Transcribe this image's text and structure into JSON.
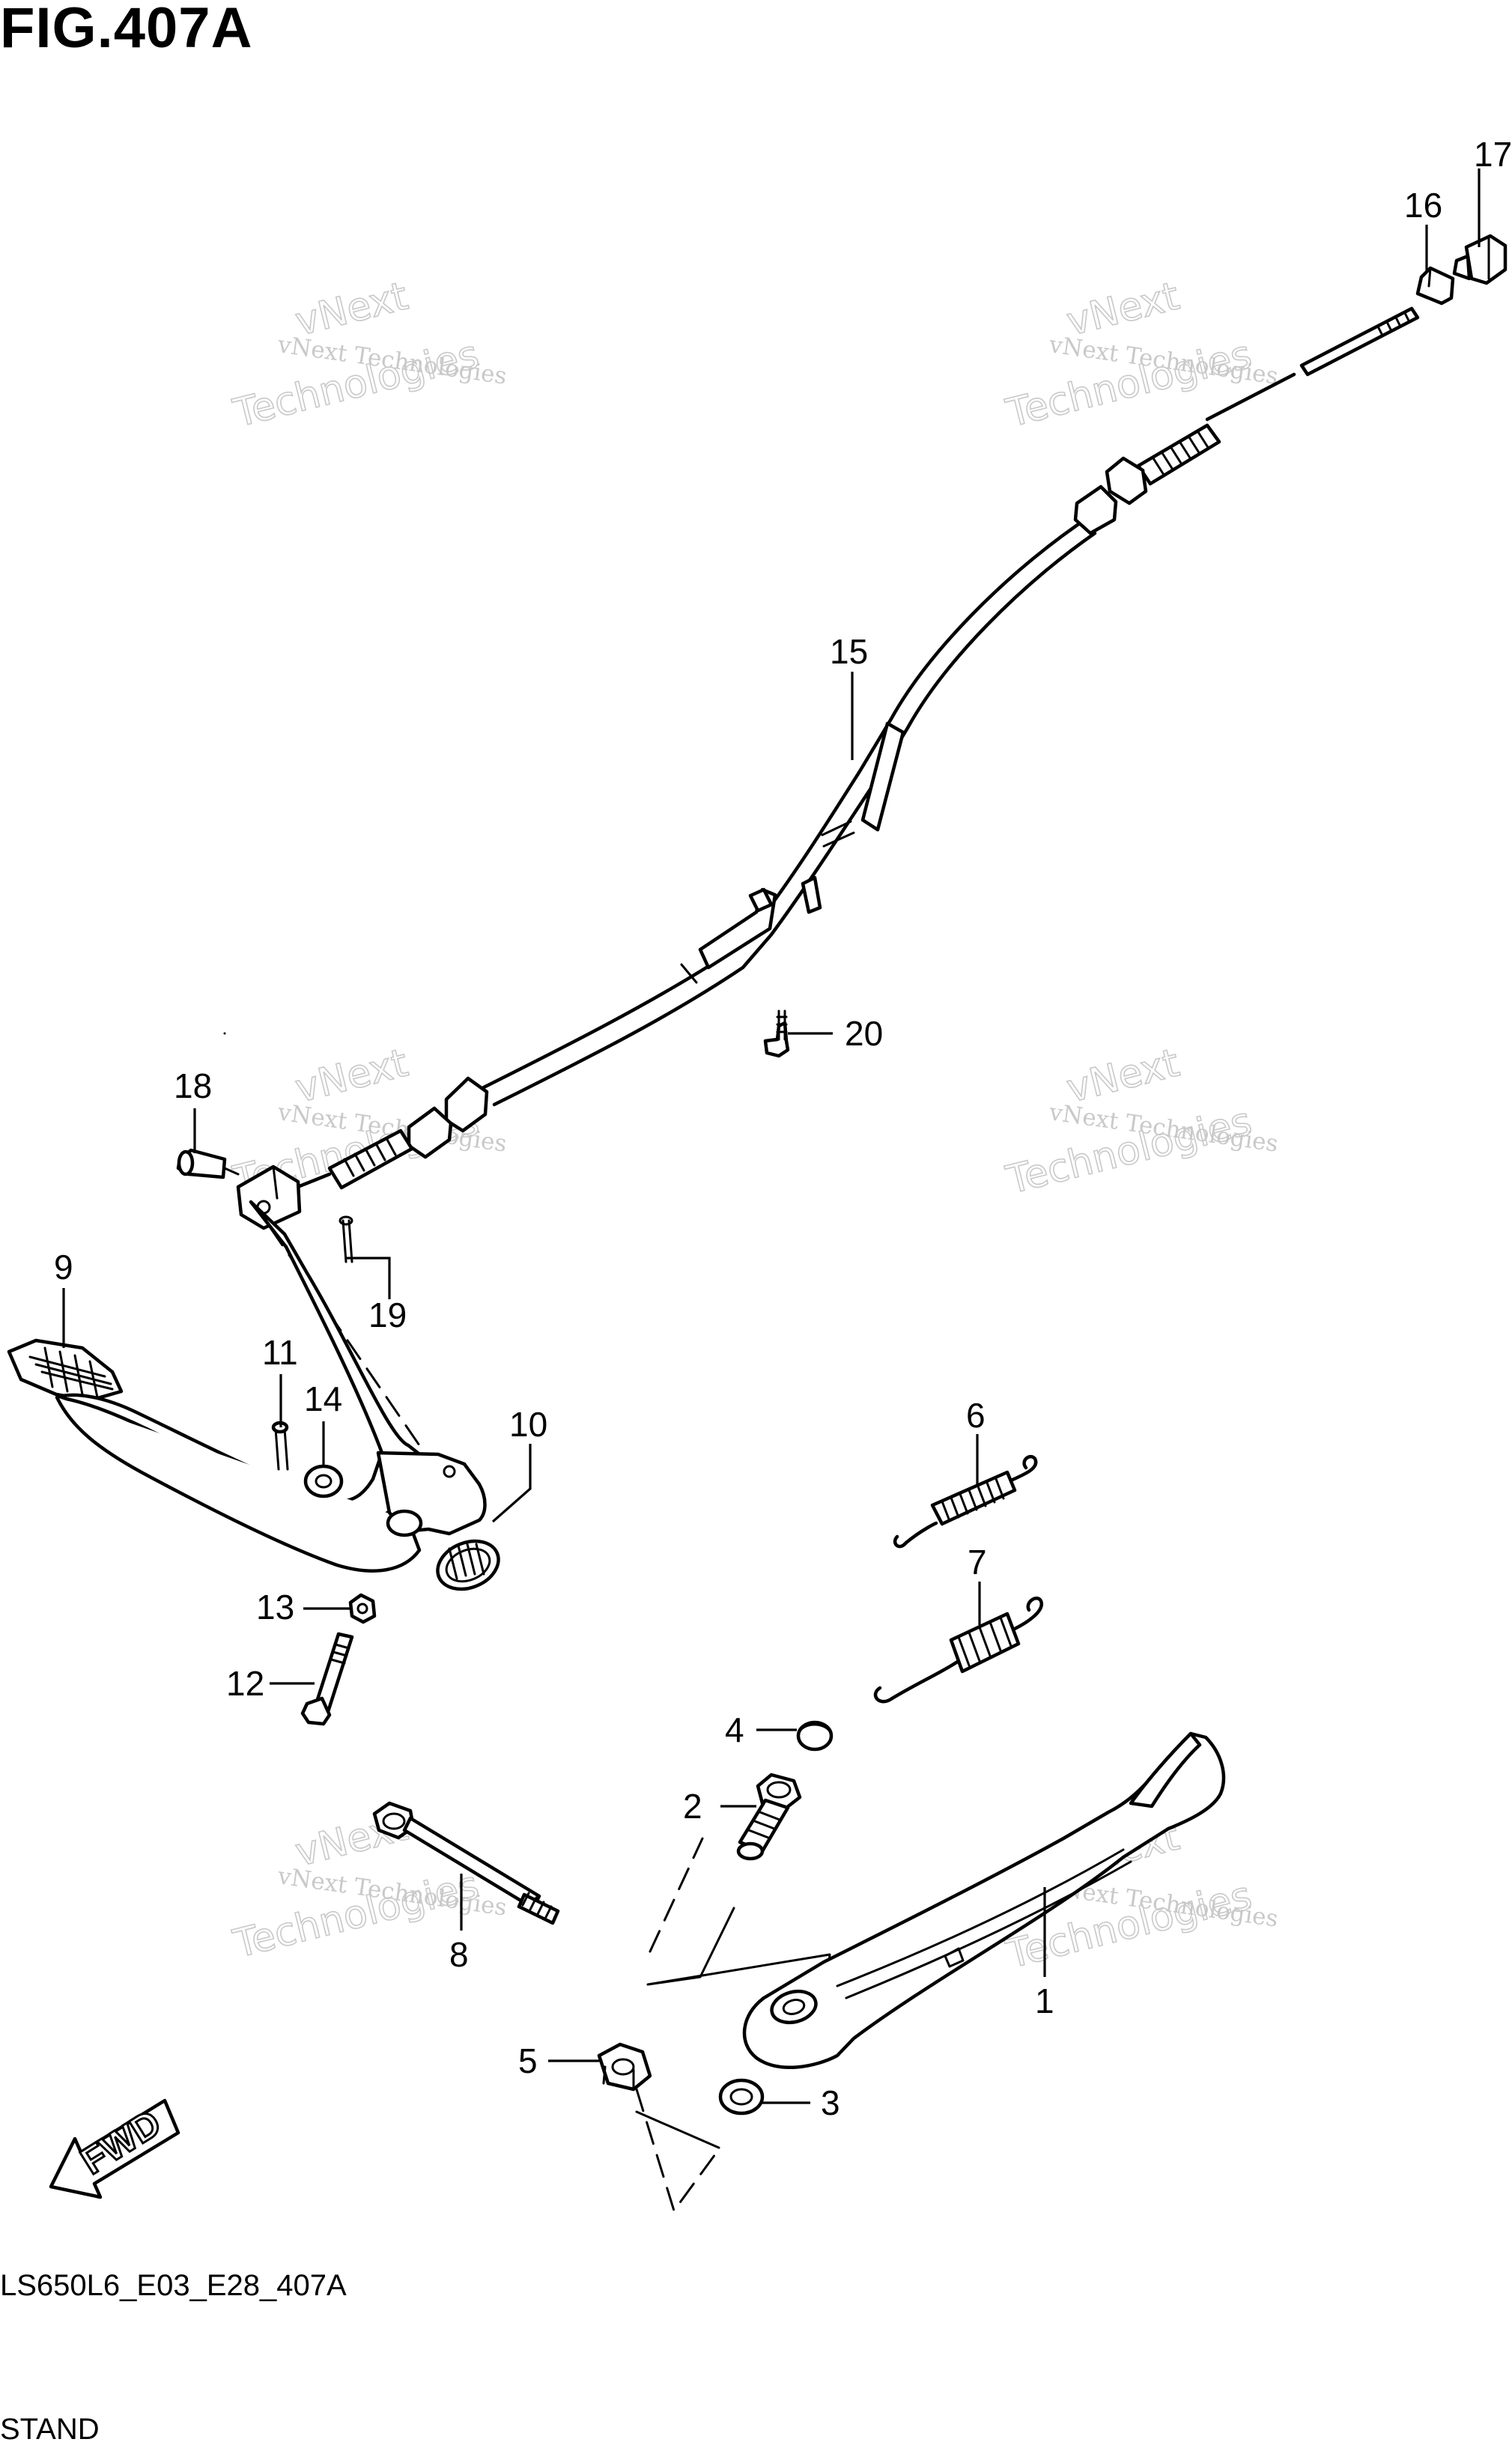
{
  "figure": {
    "title": "FIG.407A",
    "code": "LS650L6_E03_E28_407A",
    "name": "STAND"
  },
  "watermark": {
    "line1": "vNext Technologies",
    "line2": "vNext",
    "line3": "Technologies"
  },
  "arrow_label": "FWD",
  "callouts": [
    "1",
    "2",
    "3",
    "4",
    "5",
    "6",
    "7",
    "8",
    "9",
    "10",
    "11",
    "12",
    "13",
    "14",
    "15",
    "16",
    "17",
    "18",
    "19",
    "20"
  ]
}
